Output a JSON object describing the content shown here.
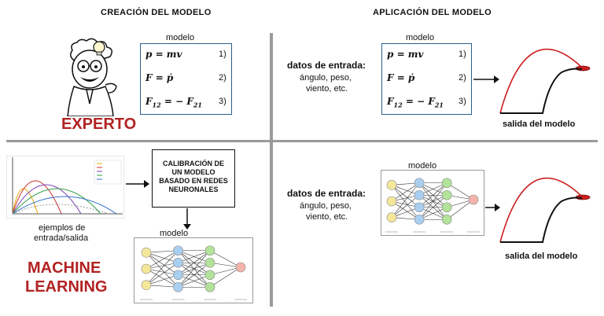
{
  "headers": {
    "left": "CREACIÓN DEL MODELO",
    "right": "APLICACIÓN DEL MODELO"
  },
  "model_label": "modelo",
  "equations": [
    {
      "eq": "p = mv",
      "num": "1)"
    },
    {
      "eq": "F = ṗ",
      "num": "2)"
    },
    {
      "eq": "F12 = − F21",
      "num": "3)"
    }
  ],
  "expert": {
    "label": "EXPERTO"
  },
  "ml": {
    "line1": "MACHINE",
    "line2": "LEARNING",
    "examples_line1": "ejemplos de",
    "examples_line2": "entrada/salida",
    "calibration": [
      "CALIBRACIÓN DE",
      "UN MODELO",
      "BASADO EN REDES",
      "NEURONALES"
    ]
  },
  "inputs": {
    "title": "datos de entrada:",
    "line1": "ángulo, peso,",
    "line2": "viento, etc."
  },
  "output_label": "salida del modelo",
  "colors": {
    "model_border": "#2b5d8e",
    "accent_red": "#b22222",
    "nn_input": "#f5e79a",
    "nn_hidden1": "#a9cff0",
    "nn_hidden2": "#b3e29a",
    "nn_output": "#f4b3aa"
  }
}
